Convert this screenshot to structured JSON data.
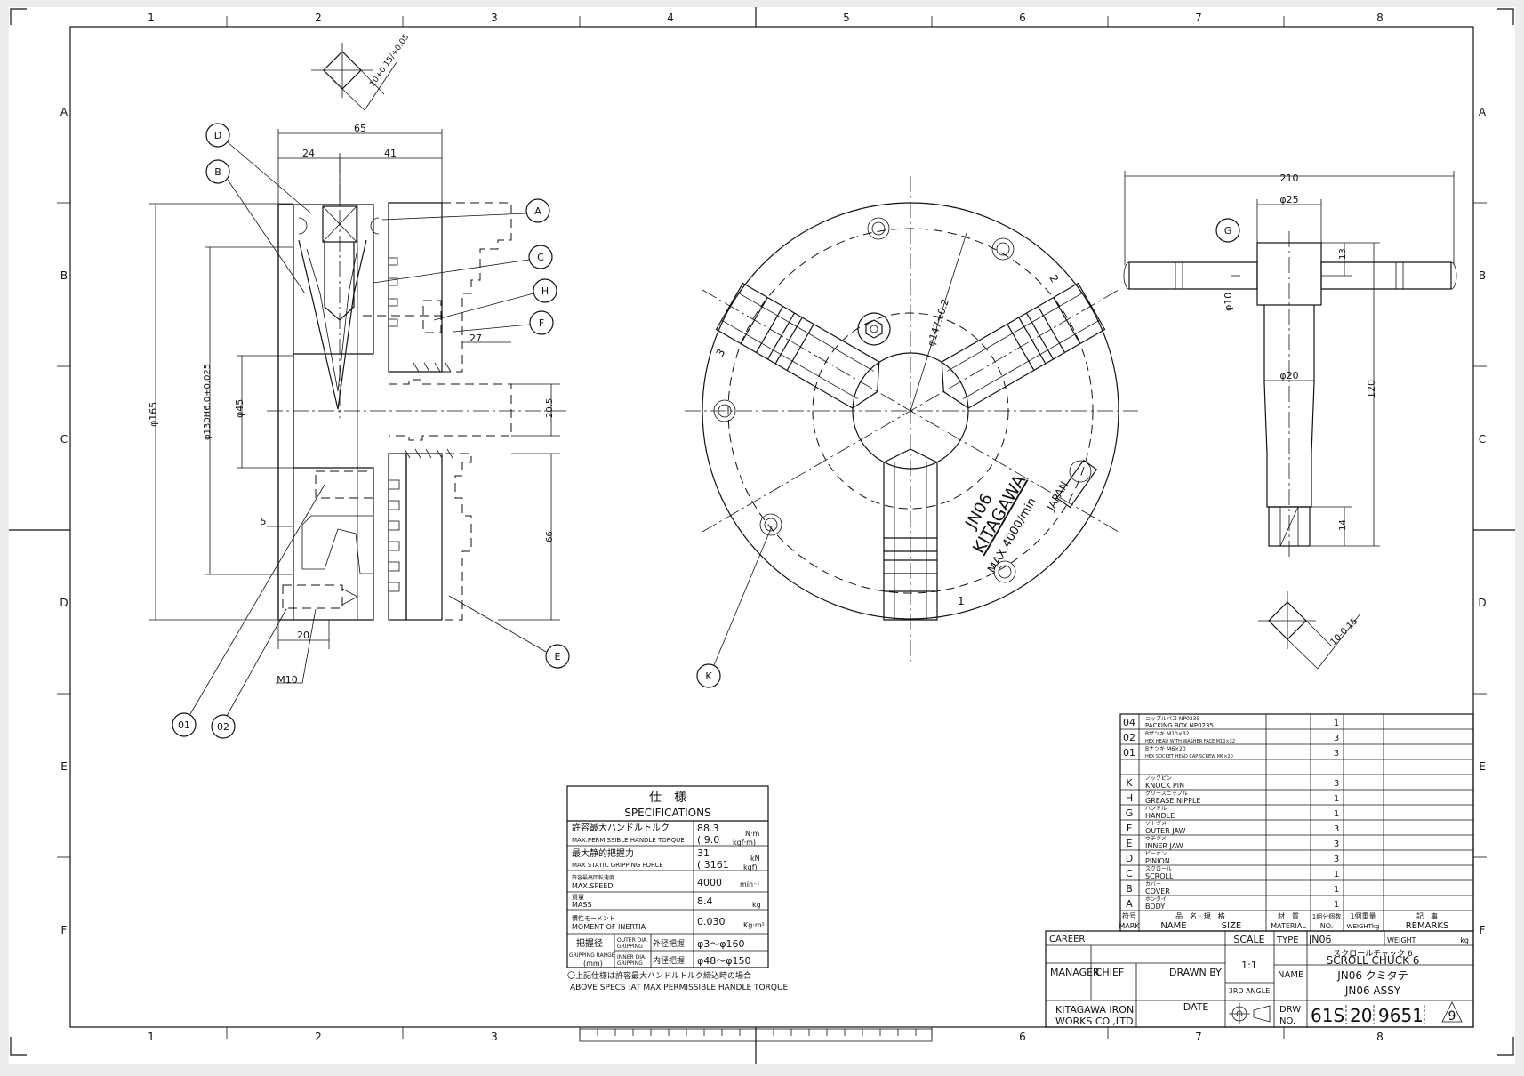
{
  "frame": {
    "col_labels": [
      "1",
      "2",
      "3",
      "4",
      "5",
      "6",
      "7",
      "8"
    ],
    "row_labels": [
      "A",
      "B",
      "C",
      "D",
      "E",
      "F"
    ]
  },
  "front_view": {
    "balloons": [
      "D",
      "B",
      "A",
      "C",
      "H",
      "F",
      "E",
      "01",
      "02"
    ],
    "dims": {
      "top_sq": "10+0.15/+0.05",
      "w65": "65",
      "w24": "24",
      "w41": "41",
      "d165": "φ165",
      "d130": "φ130H6.0+0.025",
      "d45": "φ45",
      "w27": "27",
      "w20_5": "20.5",
      "w66": "66",
      "w5": "5",
      "w20": "20",
      "m10": "M10"
    }
  },
  "chuck_face": {
    "balloon": "K",
    "dia": "φ147±0.2",
    "jaw_nums": [
      "1",
      "2",
      "3"
    ],
    "brand1": "JN06",
    "brand2": "KITAGAWA",
    "brand3": "MAX.4000/min",
    "brand4": "JAPAN"
  },
  "handle": {
    "balloon": "G",
    "dims": {
      "w210": "210",
      "d25": "φ25",
      "d10": "φ10",
      "d20": "φ20",
      "h120": "120",
      "h13": "13",
      "h14": "14",
      "sq": "10-0.15"
    }
  },
  "specs": {
    "title_jp": "仕　様",
    "title_en": "SPECIFICATIONS",
    "rows": [
      {
        "jp": "許容最大ハンドルトルク",
        "en": "MAX.PERMISSIBLE HANDLE TORQUE",
        "v1": "88.3",
        "v2": "( 9.0",
        "u1": "N·m",
        "u2": "kgf·m)"
      },
      {
        "jp": "最大静的把握力",
        "en": "MAX STATIC GRIPPING FORCE",
        "v1": "31",
        "v2": "( 3161",
        "u1": "kN",
        "u2": "kgf)"
      },
      {
        "jp": "許容最高回転速度",
        "en": "MAX.SPEED",
        "v1": "4000",
        "v2": "",
        "u1": "min⁻¹",
        "u2": ""
      },
      {
        "jp": "質量",
        "en": "MASS",
        "v1": "8.4",
        "v2": "",
        "u1": "kg",
        "u2": ""
      },
      {
        "jp": "慣性モーメント",
        "en": "MOMENT OF INERTIA",
        "v1": "0.030",
        "v2": "",
        "u1": "Kg·m²",
        "u2": ""
      }
    ],
    "grip_jp": "把握径",
    "grip_en1": "GRIPPING RANGE",
    "grip_en2": "(mm)",
    "outer_label1": "OUTER DIA.",
    "outer_label2": "GRIPPING",
    "outer_jp": "外径把握",
    "outer_val": "φ3〜φ160",
    "inner_label1": "INNER DIA.",
    "inner_label2": "GRIPPING",
    "inner_jp": "内径把握",
    "inner_val": "φ48〜φ150",
    "note_jp": "〇上記仕様は許容最大ハンドルトルク締込時の場合",
    "note_en": "ABOVE SPECS :AT MAX PERMISSIBLE HANDLE TORQUE"
  },
  "parts": {
    "rows_top": [
      {
        "mark": "04",
        "jp": "ニップルパコ NP0235",
        "en": "PACKING BOX NP0235",
        "qty": "1"
      },
      {
        "mark": "02",
        "jp": "Bザツキ M10×32",
        "en": "HEX HEAD WITH WASHER FACE M10×32",
        "qty": "3"
      },
      {
        "mark": "01",
        "jp": "Bナツキ M6×20",
        "en": "HEX SOCKET HEAD CAP SCREW M6×20",
        "qty": "3"
      }
    ],
    "rows": [
      {
        "mark": "K",
        "jp": "ノックピン",
        "en": "KNOCK PIN",
        "qty": "3"
      },
      {
        "mark": "H",
        "jp": "グリースニップル",
        "en": "GREASE NIPPLE",
        "qty": "1"
      },
      {
        "mark": "G",
        "jp": "ハンドル",
        "en": "HANDLE",
        "qty": "1"
      },
      {
        "mark": "F",
        "jp": "ソトヅメ",
        "en": "OUTER JAW",
        "qty": "3"
      },
      {
        "mark": "E",
        "jp": "ウチヅメ",
        "en": "INNER JAW",
        "qty": "3"
      },
      {
        "mark": "D",
        "jp": "ピーオン",
        "en": "PINION",
        "qty": "3"
      },
      {
        "mark": "C",
        "jp": "スクロール",
        "en": "SCROLL",
        "qty": "1"
      },
      {
        "mark": "B",
        "jp": "カバー",
        "en": "COVER",
        "qty": "1"
      },
      {
        "mark": "A",
        "jp": "ホンタイ",
        "en": "BODY",
        "qty": "1"
      }
    ],
    "header": {
      "mark_jp": "符号",
      "mark_en": "MARK",
      "name_jp": "品　名 · 規　格",
      "name_en": "NAME",
      "size_en": "SIZE",
      "mat_jp": "材　質",
      "mat_en": "MATERIAL",
      "no_jp": "1組分個数",
      "no_en": "NO.",
      "wt_jp": "1個重量",
      "wt_en": "WEIGHTkg",
      "rem_jp": "記　事",
      "rem_en": "REMARKS"
    }
  },
  "title_block": {
    "career": "CAREER",
    "scale": "SCALE",
    "scale_val": "1:1",
    "type": "TYPE",
    "type_val": "JN06",
    "weight": "WEIGHT",
    "weight_unit": "kg",
    "manager": "MANAGER",
    "chief": "CHIEF",
    "drawn_by": "DRAWN BY",
    "angle": "3RD ANGLE",
    "name": "NAME",
    "name_jp1": "スクロールチャック 6",
    "name_en1": "SCROLL CHUCK 6",
    "name_jp2": "JN06 クミタテ",
    "name_en2": "JN06 ASSY",
    "company1": "KITAGAWA IRON",
    "company2": "WORKS CO.,LTD.",
    "date": "DATE",
    "drw1": "DRW",
    "drw2": "NO.",
    "drw_a": "61S",
    "drw_b": "20",
    "drw_c": "9651",
    "drw_d": "9"
  }
}
